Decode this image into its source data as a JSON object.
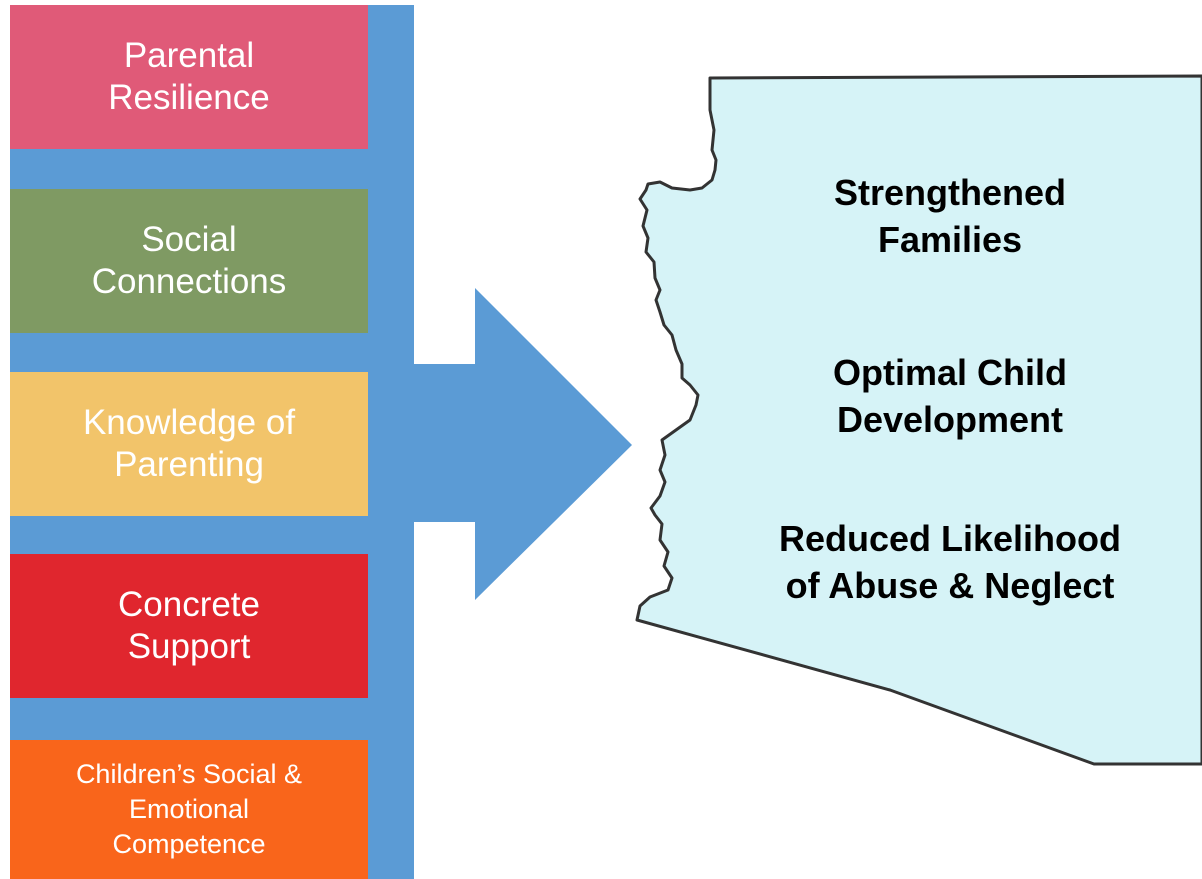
{
  "colors": {
    "column_blue": "#5b9bd5",
    "parental_resilience": "#e05a78",
    "social_connections": "#7f9a63",
    "knowledge_of_parenting": "#f2c46a",
    "concrete_support": "#e0262e",
    "childrens_competence": "#f9651b",
    "state_fill": "#d6f3f7",
    "state_outline": "#333333"
  },
  "factors": [
    {
      "line1": "Parental",
      "line2": "Resilience"
    },
    {
      "line1": "Social",
      "line2": "Connections"
    },
    {
      "line1": "Knowledge of",
      "line2": "Parenting"
    },
    {
      "line1": "Concrete",
      "line2": "Support"
    },
    {
      "line1": "Children’s Social &",
      "line2": "Emotional",
      "line3": "Competence"
    }
  ],
  "outcomes": [
    {
      "line1": "Strengthened",
      "line2": "Families"
    },
    {
      "line1": "Optimal Child",
      "line2": "Development"
    },
    {
      "line1": "Reduced Likelihood",
      "line2": "of Abuse & Neglect"
    }
  ]
}
